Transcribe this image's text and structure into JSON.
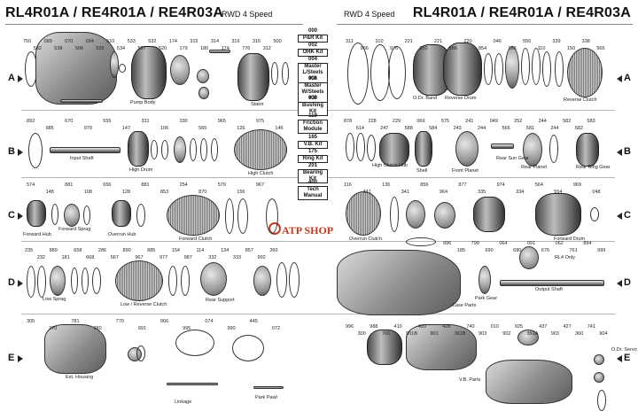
{
  "header": {
    "title_left": "RL4R01A / RE4R01A / RE4R03A",
    "subtitle_left": "RWD 4 Speed",
    "subtitle_right": "RWD 4 Speed",
    "title_right": "RL4R01A / RE4R01A / RE4R03A"
  },
  "rows": [
    "A",
    "B",
    "C",
    "D",
    "E"
  ],
  "kits": [
    {
      "num": "000",
      "label": "P&R Kit"
    },
    {
      "num": "002",
      "label": "OHK Kit"
    },
    {
      "num": "004",
      "label": "Master L/Steels Kit"
    },
    {
      "num": "006",
      "label": "Master W/Steels Kit"
    },
    {
      "num": "030",
      "label": "Bushing Kit"
    },
    {
      "num": "119",
      "label": "Friction Module"
    },
    {
      "num": "165",
      "label": "V.B. Kit"
    },
    {
      "num": "175",
      "label": "Ring Kit"
    },
    {
      "num": "201",
      "label": "Bearing Kit"
    },
    {
      "num": "400",
      "label": "Tech Manual"
    }
  ],
  "captions": {
    "pump_body": "Pump Body",
    "stator": "Stator",
    "input_shaft": "Input Shaft",
    "high_drum": "High Drum",
    "high_clutch": "High Clutch",
    "forward_hub": "Forward Hub",
    "forward_sprag": "Forward Sprag",
    "overrun_hub": "Overrun Hub",
    "forward_clutch": "Forward Clutch",
    "low_sprag": "Low Sprag",
    "low_reverse_clutch": "Low / Reverse Clutch",
    "rear_support": "Rear Support",
    "ext_housing": "Ext. Housing",
    "linkage": "Linkage",
    "park_pawl": "Park Pawl",
    "od_band": "O.Dr. Band",
    "reverse_drum": "Reverse Drum",
    "reverse_clutch": "Reverse Clutch",
    "high_clutch_hub": "High Clutch Hub",
    "shell": "Shell",
    "front_planet": "Front Planet",
    "rear_sun_gear": "Rear Sun Gear",
    "rear_planet": "Rear Planet",
    "rear_ring_gear": "Rear Ring Gear",
    "overrun_clutch": "Overrun Clutch",
    "forward_drum": "Forward Drum",
    "park_gear": "Park Gear",
    "case_parts": "Case Parts",
    "output_shaft": "Output Shaft",
    "rl4_only": "RL4 Only",
    "vb_parts": "V.B. Parts",
    "od_servo": "O.Dr. Servo"
  },
  "part_numbers": {
    "row_a_left": [
      "750",
      "089",
      "070",
      "034",
      "510",
      "533",
      "532",
      "174",
      "315",
      "314",
      "316",
      "316",
      "500",
      "532",
      "538",
      "506",
      "535",
      "534",
      "537",
      "520",
      "179",
      "180",
      "174",
      "776",
      "312"
    ],
    "row_a_right": [
      "311",
      "310",
      "221",
      "221",
      "220",
      "046",
      "556",
      "339",
      "338",
      "966",
      "976",
      "850",
      "586",
      "854",
      "130",
      "110",
      "150",
      "566"
    ],
    "row_b_left": [
      "892",
      "670",
      "555",
      "331",
      "330",
      "965",
      "975",
      "985",
      "979",
      "147",
      "106",
      "565",
      "126",
      "146"
    ],
    "row_b_right": [
      "878",
      "228",
      "229",
      "069",
      "575",
      "241",
      "049",
      "252",
      "244",
      "582",
      "583",
      "614",
      "247",
      "588",
      "584",
      "243",
      "244",
      "566",
      "581",
      "244",
      "582"
    ],
    "row_c_left": [
      "574",
      "881",
      "656",
      "881",
      "254",
      "579",
      "967",
      "148",
      "108",
      "128",
      "853",
      "870",
      "156"
    ],
    "row_c_right": [
      "116",
      "136",
      "856",
      "877",
      "974",
      "564",
      "969",
      "341",
      "341",
      "964",
      "335",
      "334",
      "554",
      "048"
    ],
    "row_d_left": [
      "235",
      "889",
      "658",
      "286",
      "890",
      "885",
      "154",
      "114",
      "134",
      "857",
      "260",
      "232",
      "181",
      "668",
      "567",
      "967",
      "977",
      "987",
      "332",
      "333",
      "992"
    ],
    "row_d_right": [
      "996",
      "790",
      "064",
      "091",
      "062",
      "894",
      "185",
      "690",
      "680",
      "676",
      "761",
      "999"
    ],
    "row_e_left": [
      "305",
      "781",
      "770",
      "066",
      "074",
      "445",
      "370",
      "380",
      "991",
      "995",
      "990",
      "072"
    ],
    "row_e_right": [
      "996",
      "988",
      "410",
      "420",
      "428",
      "740",
      "010",
      "925",
      "437",
      "427",
      "741",
      "300",
      "765",
      "901B",
      "901",
      "361B",
      "903",
      "902",
      "361A",
      "903",
      "360",
      "904"
    ]
  }
}
